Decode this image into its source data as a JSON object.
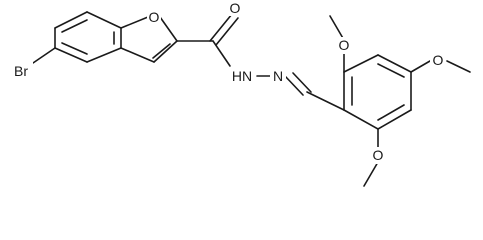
{
  "structure": {
    "atoms": {
      "o_furan": "O",
      "o_carbonyl": "O",
      "br": "Br",
      "nh_n": "HN",
      "n_imine": "N",
      "o_methoxy_top": "O",
      "o_methoxy_right": "O",
      "o_methoxy_bottom": "O"
    }
  },
  "colors": {
    "bond": "#1a1a1a",
    "label": "#1a1a1a",
    "background": "#ffffff"
  }
}
